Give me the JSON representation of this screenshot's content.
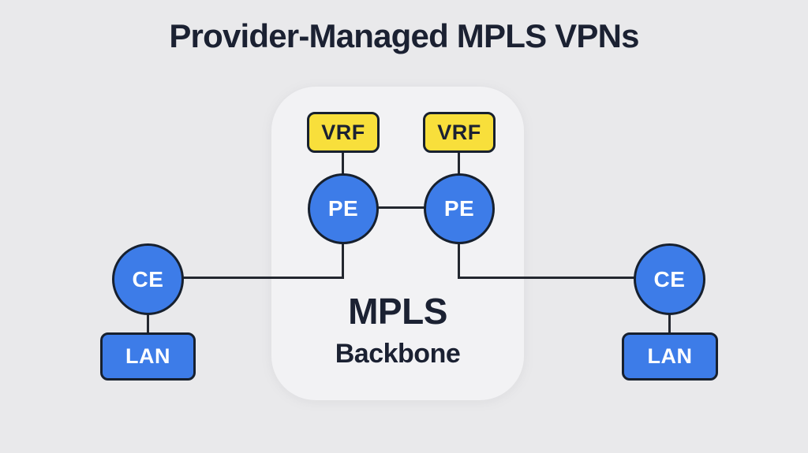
{
  "title": "Provider-Managed MPLS VPNs",
  "colors": {
    "bg": "#e9e9eb",
    "panel": "#f2f2f4",
    "blue": "#3d7ce8",
    "yellow": "#f8df3b",
    "ink": "#1b2132",
    "node-border": "#17202e",
    "line": "#23272f",
    "node-text-light": "#ffffff"
  },
  "backbone": {
    "label_primary": "MPLS",
    "label_secondary": "Backbone"
  },
  "nodes": {
    "vrf_left": {
      "label": "VRF"
    },
    "vrf_right": {
      "label": "VRF"
    },
    "pe_left": {
      "label": "PE"
    },
    "pe_right": {
      "label": "PE"
    },
    "ce_left": {
      "label": "CE"
    },
    "ce_right": {
      "label": "CE"
    },
    "lan_left": {
      "label": "LAN"
    },
    "lan_right": {
      "label": "LAN"
    }
  }
}
